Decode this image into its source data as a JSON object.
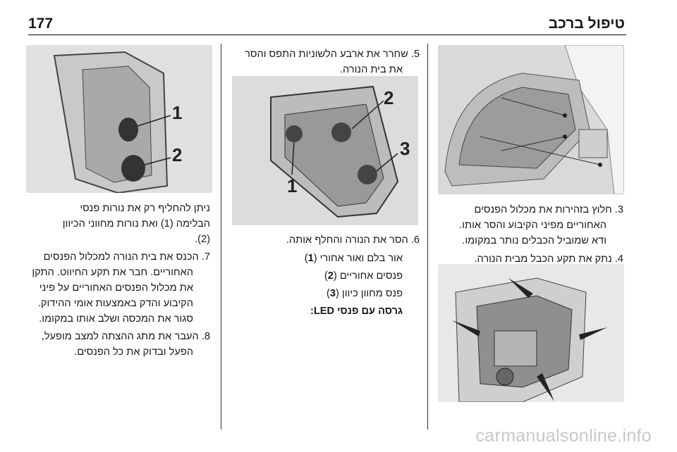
{
  "header": {
    "page_number": "177",
    "section_title": "טיפול ברכב"
  },
  "right_column": {
    "step3": [
      "3. חלוץ בזהירות את מכלול הפנסים",
      "האחוריים מפיני הקיבוע והסר אותו.",
      "ודא שמוביל הכבלים נותר במקומו."
    ],
    "step4": [
      "4. נתק את תקע הכבל מבית הנורה."
    ]
  },
  "middle_column": {
    "step5": [
      "5. שחרר את ארבע הלשוניות התפס והסר",
      "את בית הנורה."
    ],
    "step6": [
      "6. הסר את הנורה והחלף אותה."
    ],
    "legend": [
      {
        "text": "אור בלם ואור אחורי",
        "num": "1"
      },
      {
        "text": "פנסים אחוריים",
        "num": "2"
      },
      {
        "text": "פנס מחוון כיוון",
        "num": "3"
      }
    ],
    "led_note": "גרסה עם פנסי LED:"
  },
  "left_column": {
    "intro": [
      "ניתן להחליף רק את נורות פנסי",
      "הבלימה (1) ואת נורות מחווני הכיוון",
      "(2)."
    ],
    "step7": [
      "7. הכנס את בית הנורה למכלול הפנסים",
      "האחוריים. חבר את תקע החיווט. התקן",
      "את מכלול הפנסים האחוריים על פיני",
      "הקיבוע והדק באמצעות אומי ההידוק.",
      "סגור את המכסה ושלב אותו במקומו."
    ],
    "step8": [
      "8. העבר את מתג ההצתה למצב מופעל,",
      "הפעל ובדוק את כל הפנסים."
    ]
  },
  "figures": {
    "left_callouts": [
      "1",
      "2"
    ],
    "middle_callouts": [
      "1",
      "2",
      "3"
    ]
  },
  "watermark": "carmanualsonline.info"
}
